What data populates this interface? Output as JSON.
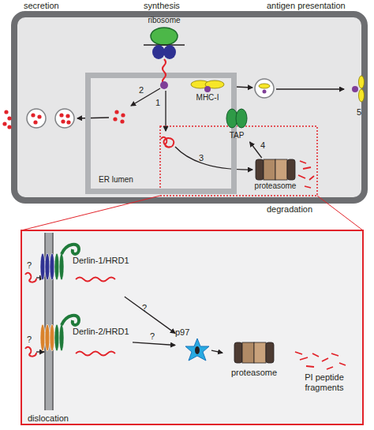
{
  "diagram": {
    "nodes": [
      {
        "text": [
          "ER lumen"
        ]
      },
      {
        "text": [
          "ribosome"
        ]
      },
      {
        "text": [
          "MHC-I"
        ]
      },
      {
        "text": [
          "TAP"
        ]
      },
      {
        "text": [
          "proteasome"
        ]
      },
      {
        "text": [
          "Derlin-1/HRD1"
        ]
      },
      {
        "text": [
          "Derlin-2/HRD1"
        ]
      },
      {
        "text": [
          "p97"
        ]
      },
      {
        "text": [
          "proteasome"
        ]
      }
    ],
    "edges": [
      {
        "from": 4,
        "to": 3,
        "arrow": "to"
      },
      {
        "from": 5,
        "to": 7,
        "arrow": "to"
      },
      {
        "from": 6,
        "to": 7,
        "arrow": "to"
      },
      {
        "from": 7,
        "to": 8,
        "arrow": "to"
      }
    ],
    "labels": [
      "secretion",
      "synthesis",
      "antigen presentation",
      "1",
      "2",
      "5",
      "4",
      "3",
      "degradation",
      "?",
      "?",
      "?",
      "?",
      "PI peptide fragments",
      "dislocation"
    ]
  }
}
